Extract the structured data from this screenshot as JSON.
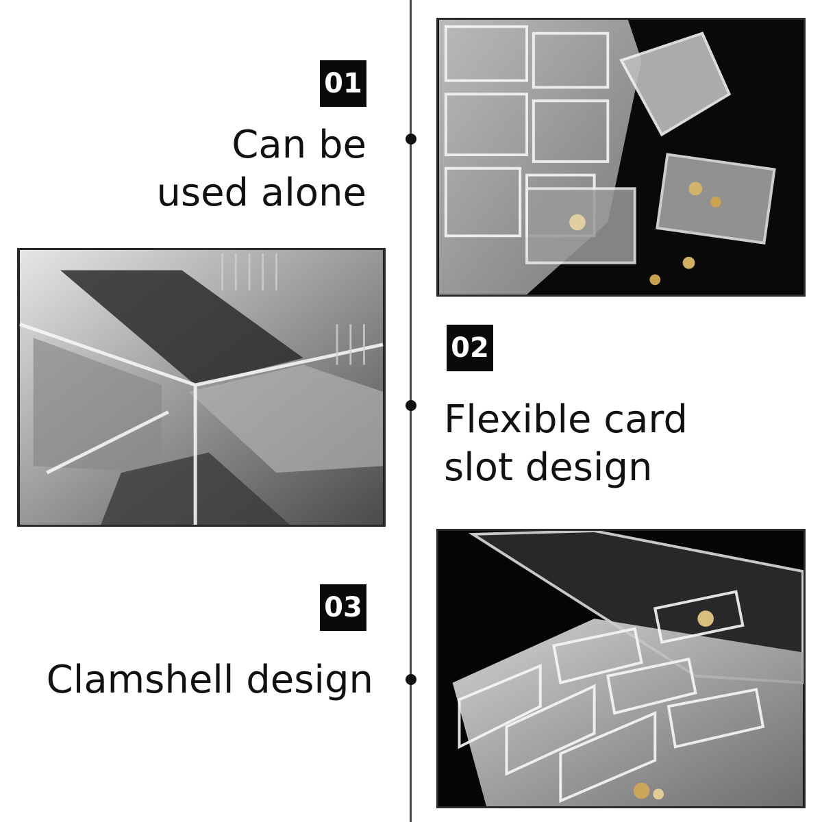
{
  "features": [
    {
      "number": "01",
      "lines": [
        "Can be",
        "used alone"
      ],
      "image": "loose-compartments-photo"
    },
    {
      "number": "02",
      "lines": [
        "Flexible card",
        "slot design"
      ],
      "image": "card-slot-divider-photo"
    },
    {
      "number": "03",
      "lines": [
        "Clamshell design"
      ],
      "image": "open-clamshell-case-photo"
    }
  ],
  "colors": {
    "badge_bg": "#0a0a0a",
    "badge_text": "#ffffff",
    "text": "#111111",
    "divider": "#4a4a4a"
  }
}
